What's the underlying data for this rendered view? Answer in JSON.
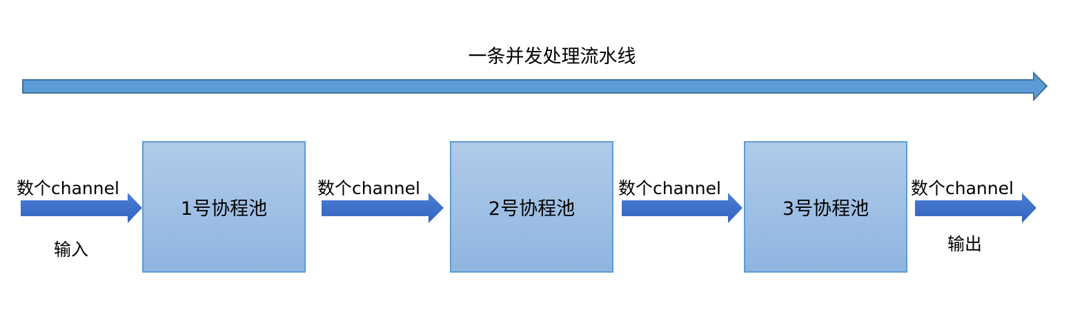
{
  "title": "一条并发处理流水线",
  "pools": [
    "1号协程池",
    "2号协程池",
    "3号协程池"
  ],
  "channel_label": "数个channel",
  "input_label": "输入",
  "output_label": "输出",
  "colors": {
    "pipeline_arrow": "#5b9bd5",
    "flow_arrow": "#3a6cc7",
    "box_border": "#5b9bd5"
  }
}
